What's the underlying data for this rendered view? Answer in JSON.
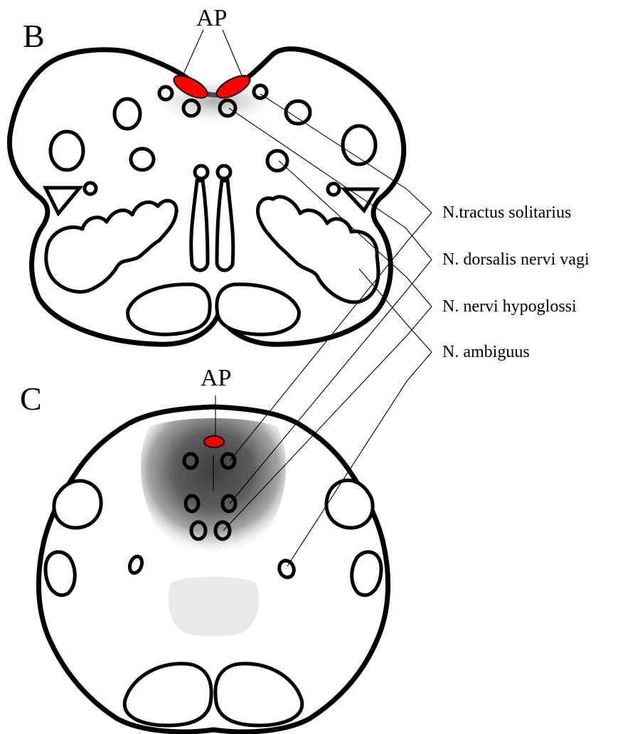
{
  "panels": {
    "b": {
      "letter": "B",
      "ap_label": "AP"
    },
    "c": {
      "letter": "C",
      "ap_label": "AP"
    }
  },
  "nuclei": [
    {
      "key": "nts",
      "label": "N.tractus solitarius"
    },
    {
      "key": "dmv",
      "label": "N. dorsalis nervi vagi"
    },
    {
      "key": "hypoglossal",
      "label": "N. nervi hypoglossi"
    },
    {
      "key": "ambiguus",
      "label": "N. ambiguus"
    }
  ],
  "colors": {
    "area_postrema": "#ff0000",
    "outline": "#000000",
    "shading": "#555555"
  }
}
